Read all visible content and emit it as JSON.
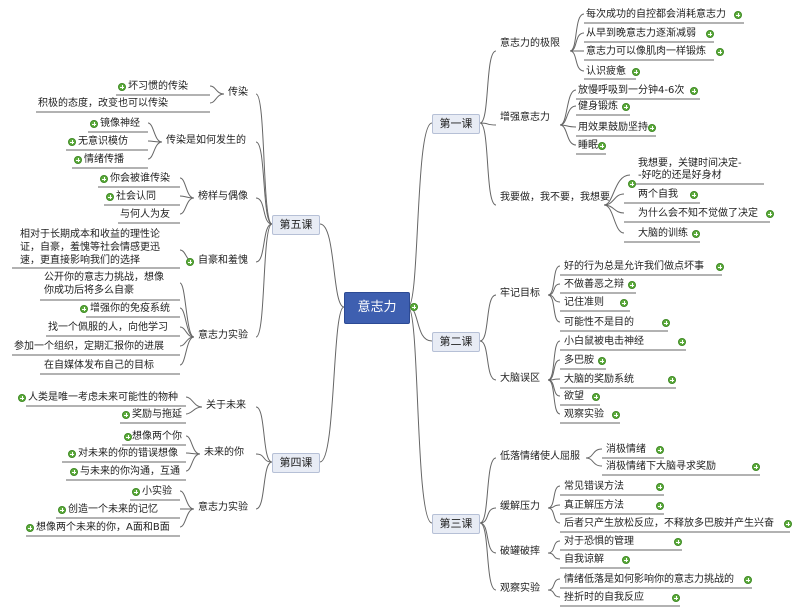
{
  "root": "意志力",
  "lessons": {
    "l1": "第一课",
    "l2": "第二课",
    "l3": "第三课",
    "l4": "第四课",
    "l5": "第五课"
  },
  "l1": {
    "c1": "意志力的极限",
    "c1_items": [
      "每次成功的自控都会消耗意志力",
      "从早到晚意志力逐渐减弱",
      "意志力可以像肌肉一样锻炼",
      "认识疲惫"
    ],
    "c2": "增强意志力",
    "c2_items": [
      "放慢呼吸到一分钟4-6次",
      "健身锻炼",
      "用效果鼓励坚持",
      "睡眠"
    ],
    "c3": "我要做，我不要，我想要",
    "c3_items": [
      "我想要，关键时间决定-",
      "-好吃的还是好身材",
      "两个自我",
      "为什么会不知不觉做了决定",
      "大脑的训练"
    ]
  },
  "l2": {
    "c1": "牢记目标",
    "c1_items": [
      "好的行为总是允许我们做点坏事",
      "不做善恶之辩",
      "记住准则",
      "可能性不是目的"
    ],
    "c2": "大脑误区",
    "c2_items": [
      "小白鼠被电击神经",
      "多巴胺",
      "大脑的奖励系统",
      "欲望",
      "观察实验"
    ]
  },
  "l3": {
    "c1": "低落情绪使人屈服",
    "c1_items": [
      "消极情绪",
      "消极情绪下大脑寻求奖励"
    ],
    "c2": "缓解压力",
    "c2_items": [
      "常见错误方法",
      "真正解压方法",
      "后者只产生放松反应，不释放多巴胺并产生兴奋"
    ],
    "c3": "破罐破摔",
    "c3_items": [
      "对于恐惧的管理",
      "自我谅解"
    ],
    "c4": "观察实验",
    "c4_items": [
      "情绪低落是如何影响你的意志力挑战的",
      "挫折时的自我反应"
    ]
  },
  "l4": {
    "c1": "关于未来",
    "c1_items": [
      "人类是唯一考虑未来可能性的物种",
      "奖励与拖延"
    ],
    "c2": "未来的你",
    "c2_items": [
      "想像两个你",
      "对未来的你的错误想像",
      "与未来的你沟通，互通"
    ],
    "c3": "意志力实验",
    "c3_items": [
      "小实验",
      "创造一个未来的记忆",
      "想像两个未来的你，A面和B面"
    ]
  },
  "l5": {
    "c1": "传染",
    "c1_items": [
      "坏习惯的传染",
      "积极的态度，改变也可以传染"
    ],
    "c2": "传染是如何发生的",
    "c2_items": [
      "镜像神经",
      "无意识模仿",
      "情绪传播"
    ],
    "c3": "榜样与偶像",
    "c3_items": [
      "你会被谁传染",
      "社会认同",
      "与何人为友"
    ],
    "c4": "自豪和羞愧",
    "c4_items": [
      "相对于长期成本和收益的理性论",
      "证，自豪，羞愧等社会情感更迅",
      "速，更直接影响我们的选择"
    ],
    "c5": "意志力实验",
    "c5_items": [
      "公开你的意志力挑战，想像",
      "你成功后将多么自豪",
      "增强你的免疫系统",
      "找一个佩服的人，向他学习",
      "参加一个组织，定期汇报你的进展",
      "在自媒体发布自己的目标"
    ]
  },
  "colors": {
    "root": "#3e5fb0",
    "link": "#666666",
    "plus": "#5fae3e"
  }
}
